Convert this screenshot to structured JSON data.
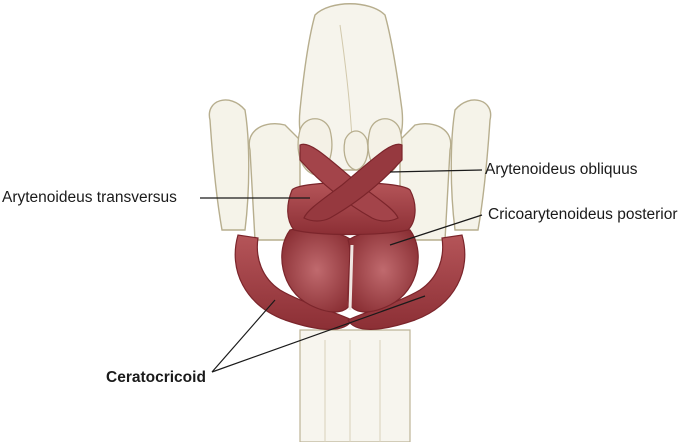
{
  "labels": {
    "arytenoideus_obliquus": "Arytenoideus obliquus",
    "arytenoideus_transversus": "Arytenoideus transversus",
    "cricoarytenoideus_posterior": "Cricoarytenoideus posterior",
    "ceratocricoid": "Ceratocricoid"
  },
  "colors": {
    "cartilage_fill": "#f5f3e9",
    "cartilage_stroke": "#b7ae8e",
    "muscle_dark": "#8a2f34",
    "muscle_mid": "#a5474b",
    "muscle_light": "#c97377",
    "leader_line": "#1a1a1a"
  }
}
